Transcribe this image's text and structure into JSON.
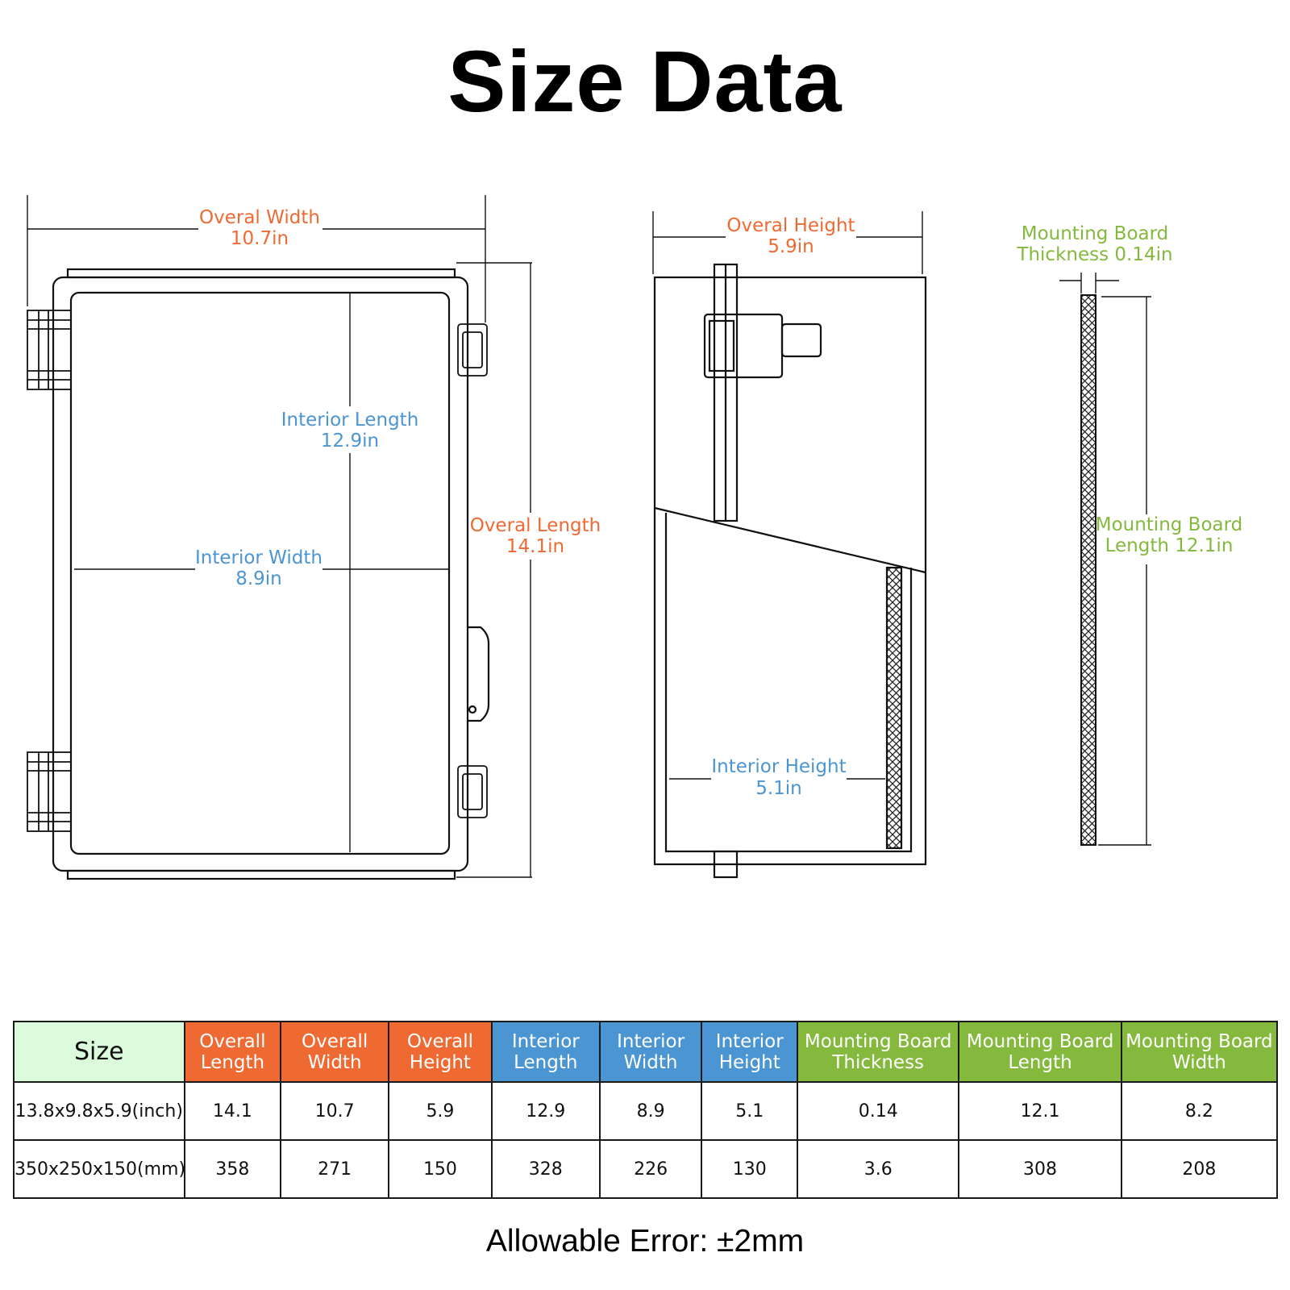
{
  "title": "Size Data",
  "colors": {
    "overall": "#ef6a32",
    "interior": "#4b95d3",
    "mounting": "#84b93d",
    "size_header": "#dcfadc"
  },
  "diagram": {
    "front": {
      "overall_width": {
        "label": "Overal Width",
        "value": "10.7in"
      },
      "overall_length": {
        "label": "Overal Length",
        "value": "14.1in"
      },
      "interior_length": {
        "label": "Interior Length",
        "value": "12.9in"
      },
      "interior_width": {
        "label": "Interior Width",
        "value": "8.9in"
      }
    },
    "side": {
      "overall_height": {
        "label": "Overal Height",
        "value": "5.9in"
      },
      "interior_height": {
        "label": "Interior Height",
        "value": "5.1in"
      }
    },
    "board": {
      "thickness": {
        "label": "Mounting Board",
        "value": "Thickness 0.14in"
      },
      "length": {
        "label": "Mounting Board",
        "value": "Length 12.1in"
      }
    }
  },
  "table": {
    "headers": [
      {
        "lines": [
          "Size"
        ],
        "group": "size"
      },
      {
        "lines": [
          "Overall",
          "Length"
        ],
        "group": "overall"
      },
      {
        "lines": [
          "Overall",
          "Width"
        ],
        "group": "overall"
      },
      {
        "lines": [
          "Overall",
          "Height"
        ],
        "group": "overall"
      },
      {
        "lines": [
          "Interior",
          "Length"
        ],
        "group": "interior"
      },
      {
        "lines": [
          "Interior",
          "Width"
        ],
        "group": "interior"
      },
      {
        "lines": [
          "Interior",
          "Height"
        ],
        "group": "interior"
      },
      {
        "lines": [
          "Mounting Board",
          "Thickness"
        ],
        "group": "mounting"
      },
      {
        "lines": [
          "Mounting Board",
          "Length"
        ],
        "group": "mounting"
      },
      {
        "lines": [
          "Mounting Board",
          "Width"
        ],
        "group": "mounting"
      }
    ],
    "rows": [
      [
        "13.8x9.8x5.9(inch)",
        "14.1",
        "10.7",
        "5.9",
        "12.9",
        "8.9",
        "5.1",
        "0.14",
        "12.1",
        "8.2"
      ],
      [
        "350x250x150(mm)",
        "358",
        "271",
        "150",
        "328",
        "226",
        "130",
        "3.6",
        "308",
        "208"
      ]
    ]
  },
  "footer": "Allowable Error: ±2mm"
}
